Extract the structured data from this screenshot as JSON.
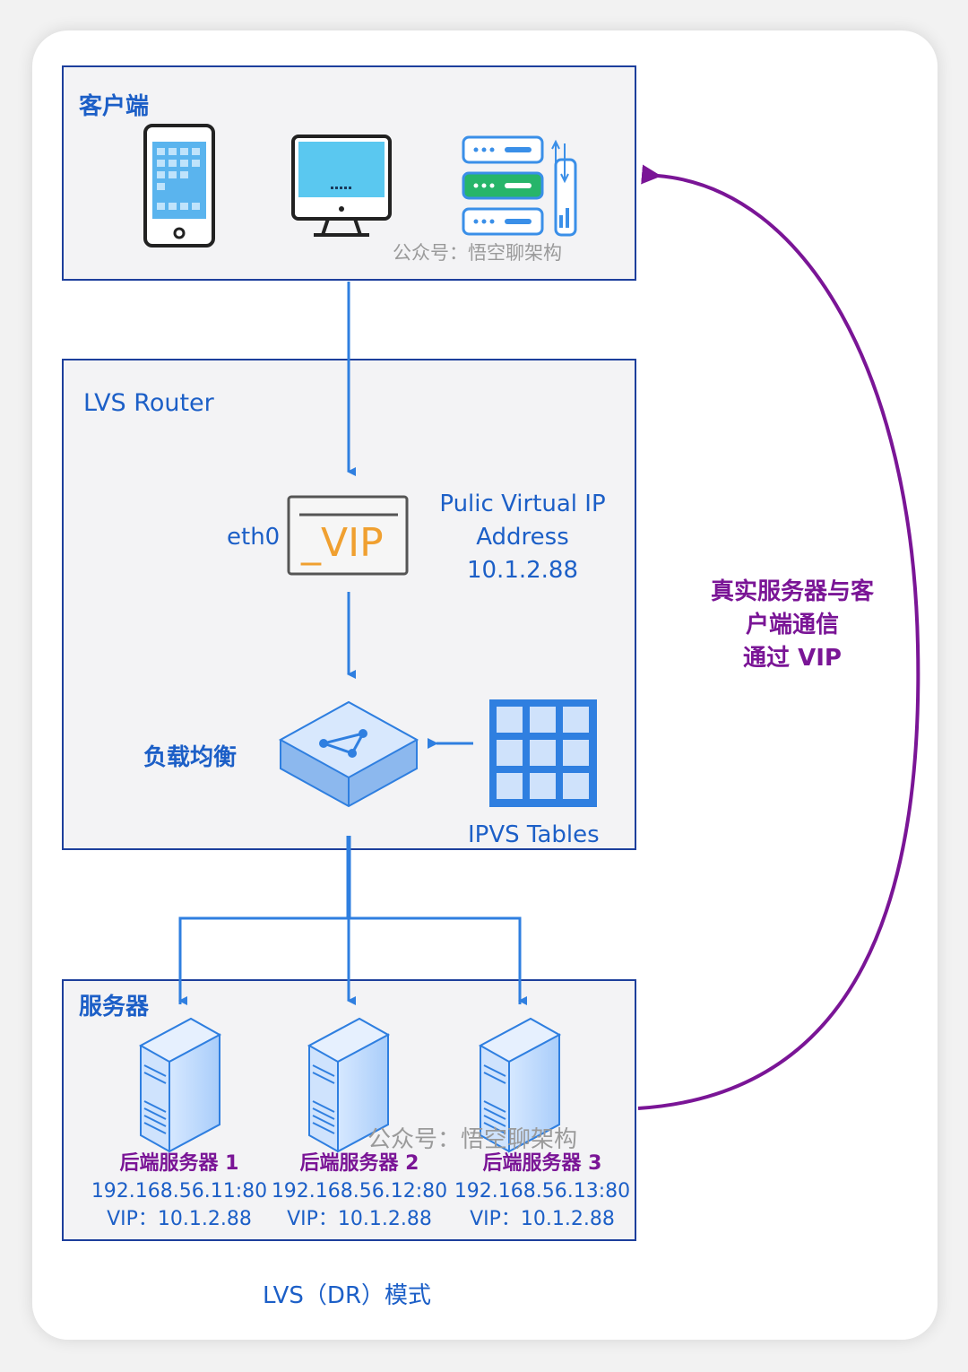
{
  "client_box": {
    "title": "客户端",
    "watermark": "公众号：悟空聊架构",
    "devices": [
      "phone-icon",
      "desktop-icon",
      "server-rack-icon"
    ]
  },
  "router_box": {
    "title": "LVS Router",
    "interface_label": "eth0",
    "vip_label": "_VIP",
    "vip_info": [
      "Pulic Virtual IP",
      "Address",
      "10.1.2.88"
    ],
    "load_balancer_label": "负载均衡",
    "ipvs_label": "IPVS Tables"
  },
  "server_box": {
    "title": "服务器",
    "watermark": "公众号：悟空聊架构",
    "servers": [
      {
        "name": "后端服务器 1",
        "address": "192.168.56.11:80",
        "vip": "VIP：10.1.2.88"
      },
      {
        "name": "后端服务器 2",
        "address": "192.168.56.12:80",
        "vip": "VIP：10.1.2.88"
      },
      {
        "name": "后端服务器 3",
        "address": "192.168.56.13:80",
        "vip": "VIP：10.1.2.88"
      }
    ]
  },
  "return_path": {
    "lines": [
      "真实服务器与客",
      "户端通信",
      "通过 VIP"
    ]
  },
  "caption": "LVS（DR）模式",
  "colors": {
    "box_border": "#1d3f9c",
    "text_blue": "#1c5fc7",
    "arrow_blue": "#2f7fe0",
    "return_purple": "#7a1596",
    "vip_orange": "#f0a030",
    "server_name_purple": "#7a1596"
  }
}
